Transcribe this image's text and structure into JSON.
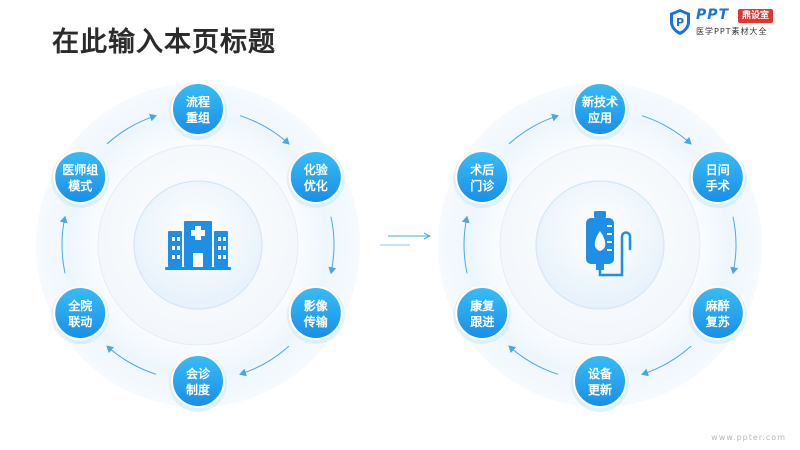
{
  "title": "在此输入本页标题",
  "logo": {
    "brand": "PPT",
    "badge": "鼎设室",
    "subtitle": "医学PPT素材大全"
  },
  "watermark": "www.ppter.com",
  "cycles": [
    {
      "id": "left",
      "center_icon": "hospital-icon",
      "nodes": [
        {
          "line1": "流程",
          "line2": "重组"
        },
        {
          "line1": "化验",
          "line2": "优化"
        },
        {
          "line1": "影像",
          "line2": "传输"
        },
        {
          "line1": "会诊",
          "line2": "制度"
        },
        {
          "line1": "全院",
          "line2": "联动"
        },
        {
          "line1": "医师组",
          "line2": "模式"
        }
      ]
    },
    {
      "id": "right",
      "center_icon": "iv-bag-icon",
      "nodes": [
        {
          "line1": "新技术",
          "line2": "应用"
        },
        {
          "line1": "日间",
          "line2": "手术"
        },
        {
          "line1": "麻醉",
          "line2": "复苏"
        },
        {
          "line1": "设备",
          "line2": "更新"
        },
        {
          "line1": "康复",
          "line2": "跟进"
        },
        {
          "line1": "术后",
          "line2": "门诊"
        }
      ]
    }
  ],
  "colors": {
    "node_fill": "#1d9ae8",
    "node_fill_light": "#35b8f5",
    "arrow": "#4aa8e0",
    "glow": "#eaf4fc",
    "icon": "#1f8fe6"
  }
}
